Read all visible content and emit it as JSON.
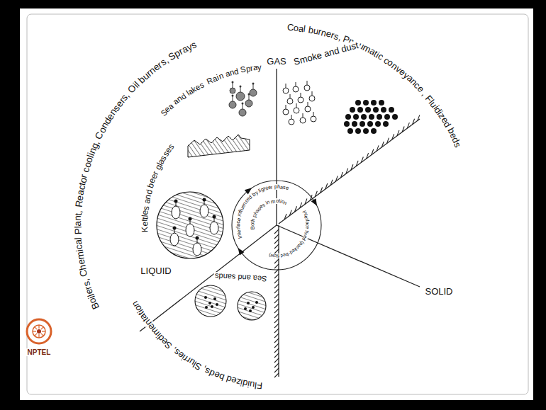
{
  "diagram": {
    "labels": [
      "GAS",
      "LIQUID",
      "SOLID",
      "Boilers, Chemical Plant, Reactor cooling, Condensers, Oil burners, Sprays",
      "Kettles and beer glasses",
      "Sea and lakes  Rain and Spray",
      "Coal burners, Pneumatic conveyance , Fluidized beds",
      "Smoke and dust",
      "Fluidized beds, Slurries, Sedimentation",
      "Sea and sands",
      "Interface influenced by lighter phase",
      "Both phases in motion",
      "Interface fixed (packed-bed flow)",
      "NPTEL"
    ]
  }
}
